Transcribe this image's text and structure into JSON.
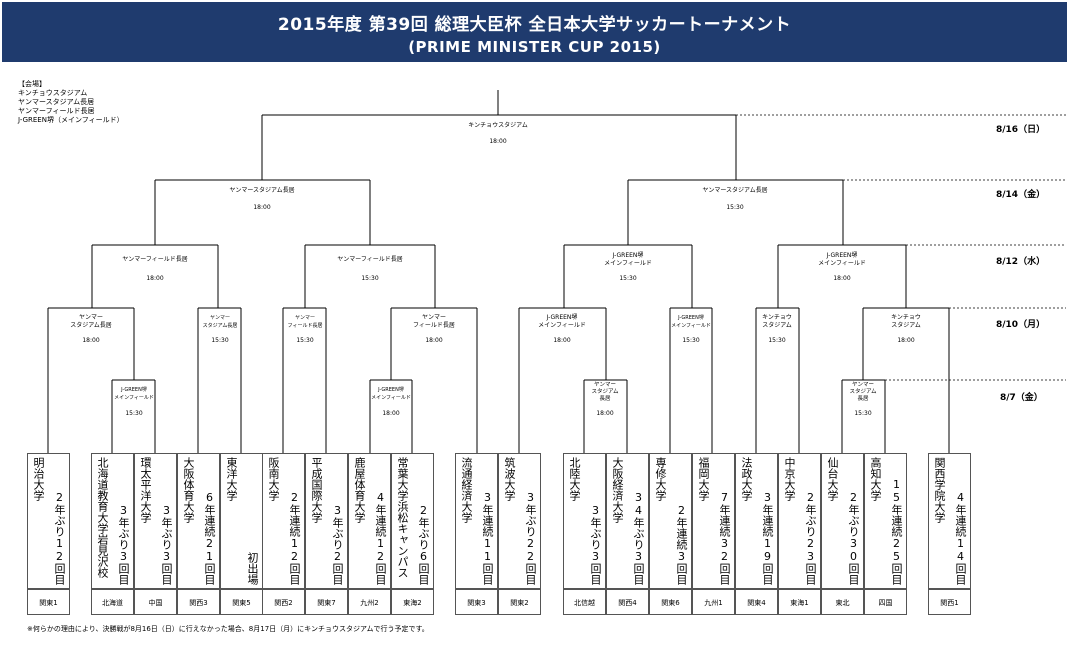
{
  "header": {
    "title_ja": "2015年度 第39回 総理大臣杯 全日本大学サッカートーナメント",
    "title_en": "(PRIME MINISTER CUP 2015)"
  },
  "venues": {
    "heading": "【会場】",
    "items": [
      "キンチョウスタジアム",
      "ヤンマースタジアム長居",
      "ヤンマーフィールド長居",
      "J-GREEN堺（メインフィールド）"
    ]
  },
  "dates": [
    "8/16（日）",
    "8/14（金）",
    "8/12（水）",
    "8/10（月）",
    "8/7（金）"
  ],
  "final": {
    "venue": "キンチョウスタジアム",
    "time": "18:00"
  },
  "semis": [
    {
      "venue": "ヤンマースタジアム長居",
      "time": "18:00"
    },
    {
      "venue": "ヤンマースタジアム長居",
      "time": "15:30"
    }
  ],
  "quarters": [
    {
      "venue": "ヤンマーフィールド長居",
      "time": "18:00"
    },
    {
      "venue": "ヤンマーフィールド長居",
      "time": "15:30"
    },
    {
      "venue": "J-GREEN堺\nメインフィールド",
      "time": "15:30"
    },
    {
      "venue": "J-GREEN堺\nメインフィールド",
      "time": "18:00"
    }
  ],
  "r16": [
    {
      "venue": "ヤンマー\nスタジアム長居",
      "time": "18:00"
    },
    {
      "venue": "ヤンマー\nスタジアム長居",
      "time": "15:30"
    },
    {
      "venue": "ヤンマー\nフィールド長居",
      "time": "15:30"
    },
    {
      "venue": "ヤンマー\nフィールド長居",
      "time": "18:00"
    },
    {
      "venue": "J-GREEN堺\nメインフィールド",
      "time": "18:00"
    },
    {
      "venue": "J-GREEN堺\nメインフィールド",
      "time": "15:30"
    },
    {
      "venue": "キンチョウ\nスタジアム",
      "time": "15:30"
    },
    {
      "venue": "キンチョウ\nスタジアム",
      "time": "18:00"
    }
  ],
  "r1": [
    {
      "venue": "J-GREEN堺\nメインフィールド",
      "time": "15:30"
    },
    {
      "venue": "J-GREEN堺\nメインフィールド",
      "time": "18:00"
    },
    {
      "venue": "ヤンマー\nスタジアム\n長居",
      "time": "18:00"
    },
    {
      "venue": "ヤンマー\nスタジアム\n長居",
      "time": "15:30"
    }
  ],
  "teams": [
    {
      "name": "明治大学",
      "status": "2年ぶり12回目",
      "region": "関東1"
    },
    {
      "name": "北海道教育大学岩見沢校",
      "status": "3年ぶり3回目",
      "region": "北海道"
    },
    {
      "name": "環太平洋大学",
      "status": "3年ぶり3回目",
      "region": "中国"
    },
    {
      "name": "大阪体育大学",
      "status": "6年連続21回目",
      "region": "関西3"
    },
    {
      "name": "東洋大学",
      "status": "初出場",
      "region": "関東5"
    },
    {
      "name": "阪南大学",
      "status": "2年連続12回目",
      "region": "関西2"
    },
    {
      "name": "平成国際大学",
      "status": "3年ぶり2回目",
      "region": "関東7"
    },
    {
      "name": "鹿屋体育大学",
      "status": "4年連続12回目",
      "region": "九州2"
    },
    {
      "name": "常葉大学浜松キャンパス",
      "status": "2年ぶり6回目",
      "region": "東海2"
    },
    {
      "name": "流通経済大学",
      "status": "3年連続11回目",
      "region": "関東3"
    },
    {
      "name": "筑波大学",
      "status": "3年ぶり22回目",
      "region": "関東2"
    },
    {
      "name": "北陸大学",
      "status": "3年ぶり3回目",
      "region": "北信越"
    },
    {
      "name": "大阪経済大学",
      "status": "34年ぶり3回目",
      "region": "関西4"
    },
    {
      "name": "専修大学",
      "status": "2年連続3回目",
      "region": "関東6"
    },
    {
      "name": "福岡大学",
      "status": "7年連続32回目",
      "region": "九州1"
    },
    {
      "name": "法政大学",
      "status": "3年連続19回目",
      "region": "関東4"
    },
    {
      "name": "中京大学",
      "status": "2年ぶり23回目",
      "region": "東海1"
    },
    {
      "name": "仙台大学",
      "status": "2年ぶり30回目",
      "region": "東北"
    },
    {
      "name": "高知大学",
      "status": "15年連続25回目",
      "region": "四国"
    },
    {
      "name": "関西学院大学",
      "status": "4年連続14回目",
      "region": "関西1"
    }
  ],
  "note": "※何らかの理由により、決勝戦が8月16日（日）に行えなかった場合、8月17日（月）にキンチョウスタジアムで行う予定です。"
}
